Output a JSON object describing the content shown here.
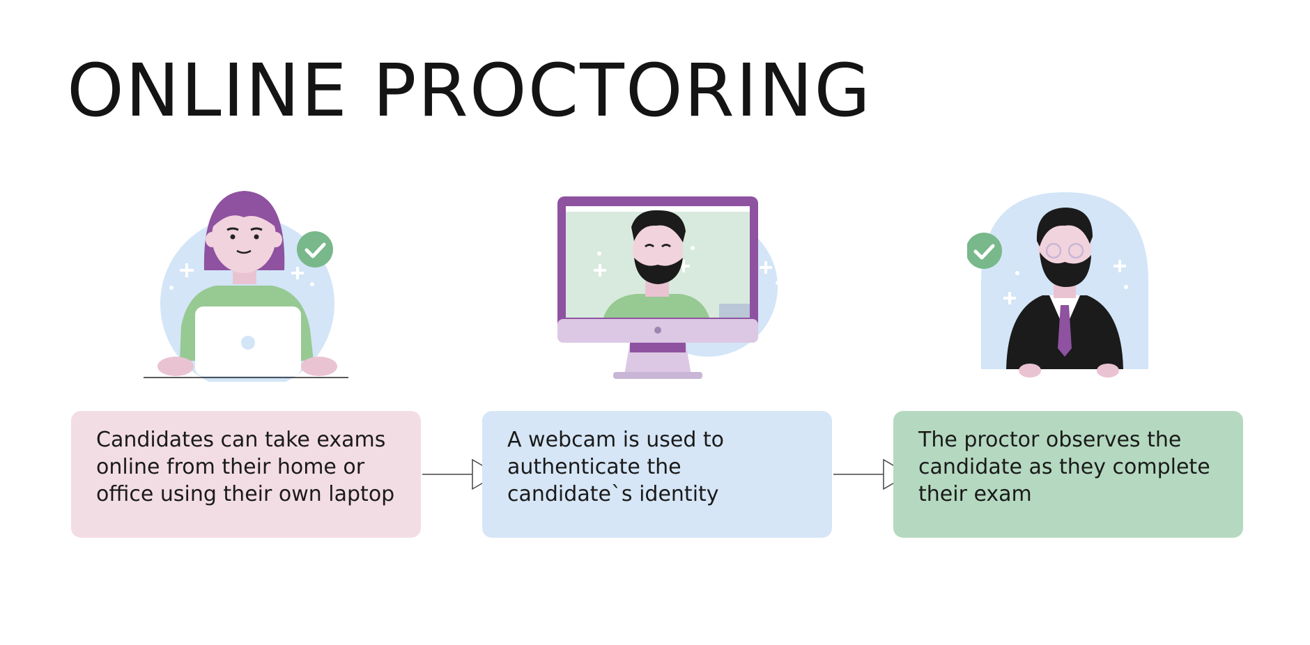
{
  "title": "ONLINE PROCTORING",
  "colors": {
    "pink_box": "#f3dde4",
    "blue_box": "#d6e6f6",
    "green_box": "#b5d9c0",
    "purple": "#8e52a0",
    "check_green": "#78b88a",
    "light_blue": "#d3e5f7"
  },
  "steps": [
    {
      "text": "Candidates can take exams online from their home or office using their own laptop",
      "icon": "woman-with-laptop-icon"
    },
    {
      "text": "A webcam is used to authenticate the candidate`s identity",
      "icon": "webcam-monitor-icon"
    },
    {
      "text": "The proctor observes the candidate as they complete their exam",
      "icon": "proctor-icon"
    }
  ]
}
